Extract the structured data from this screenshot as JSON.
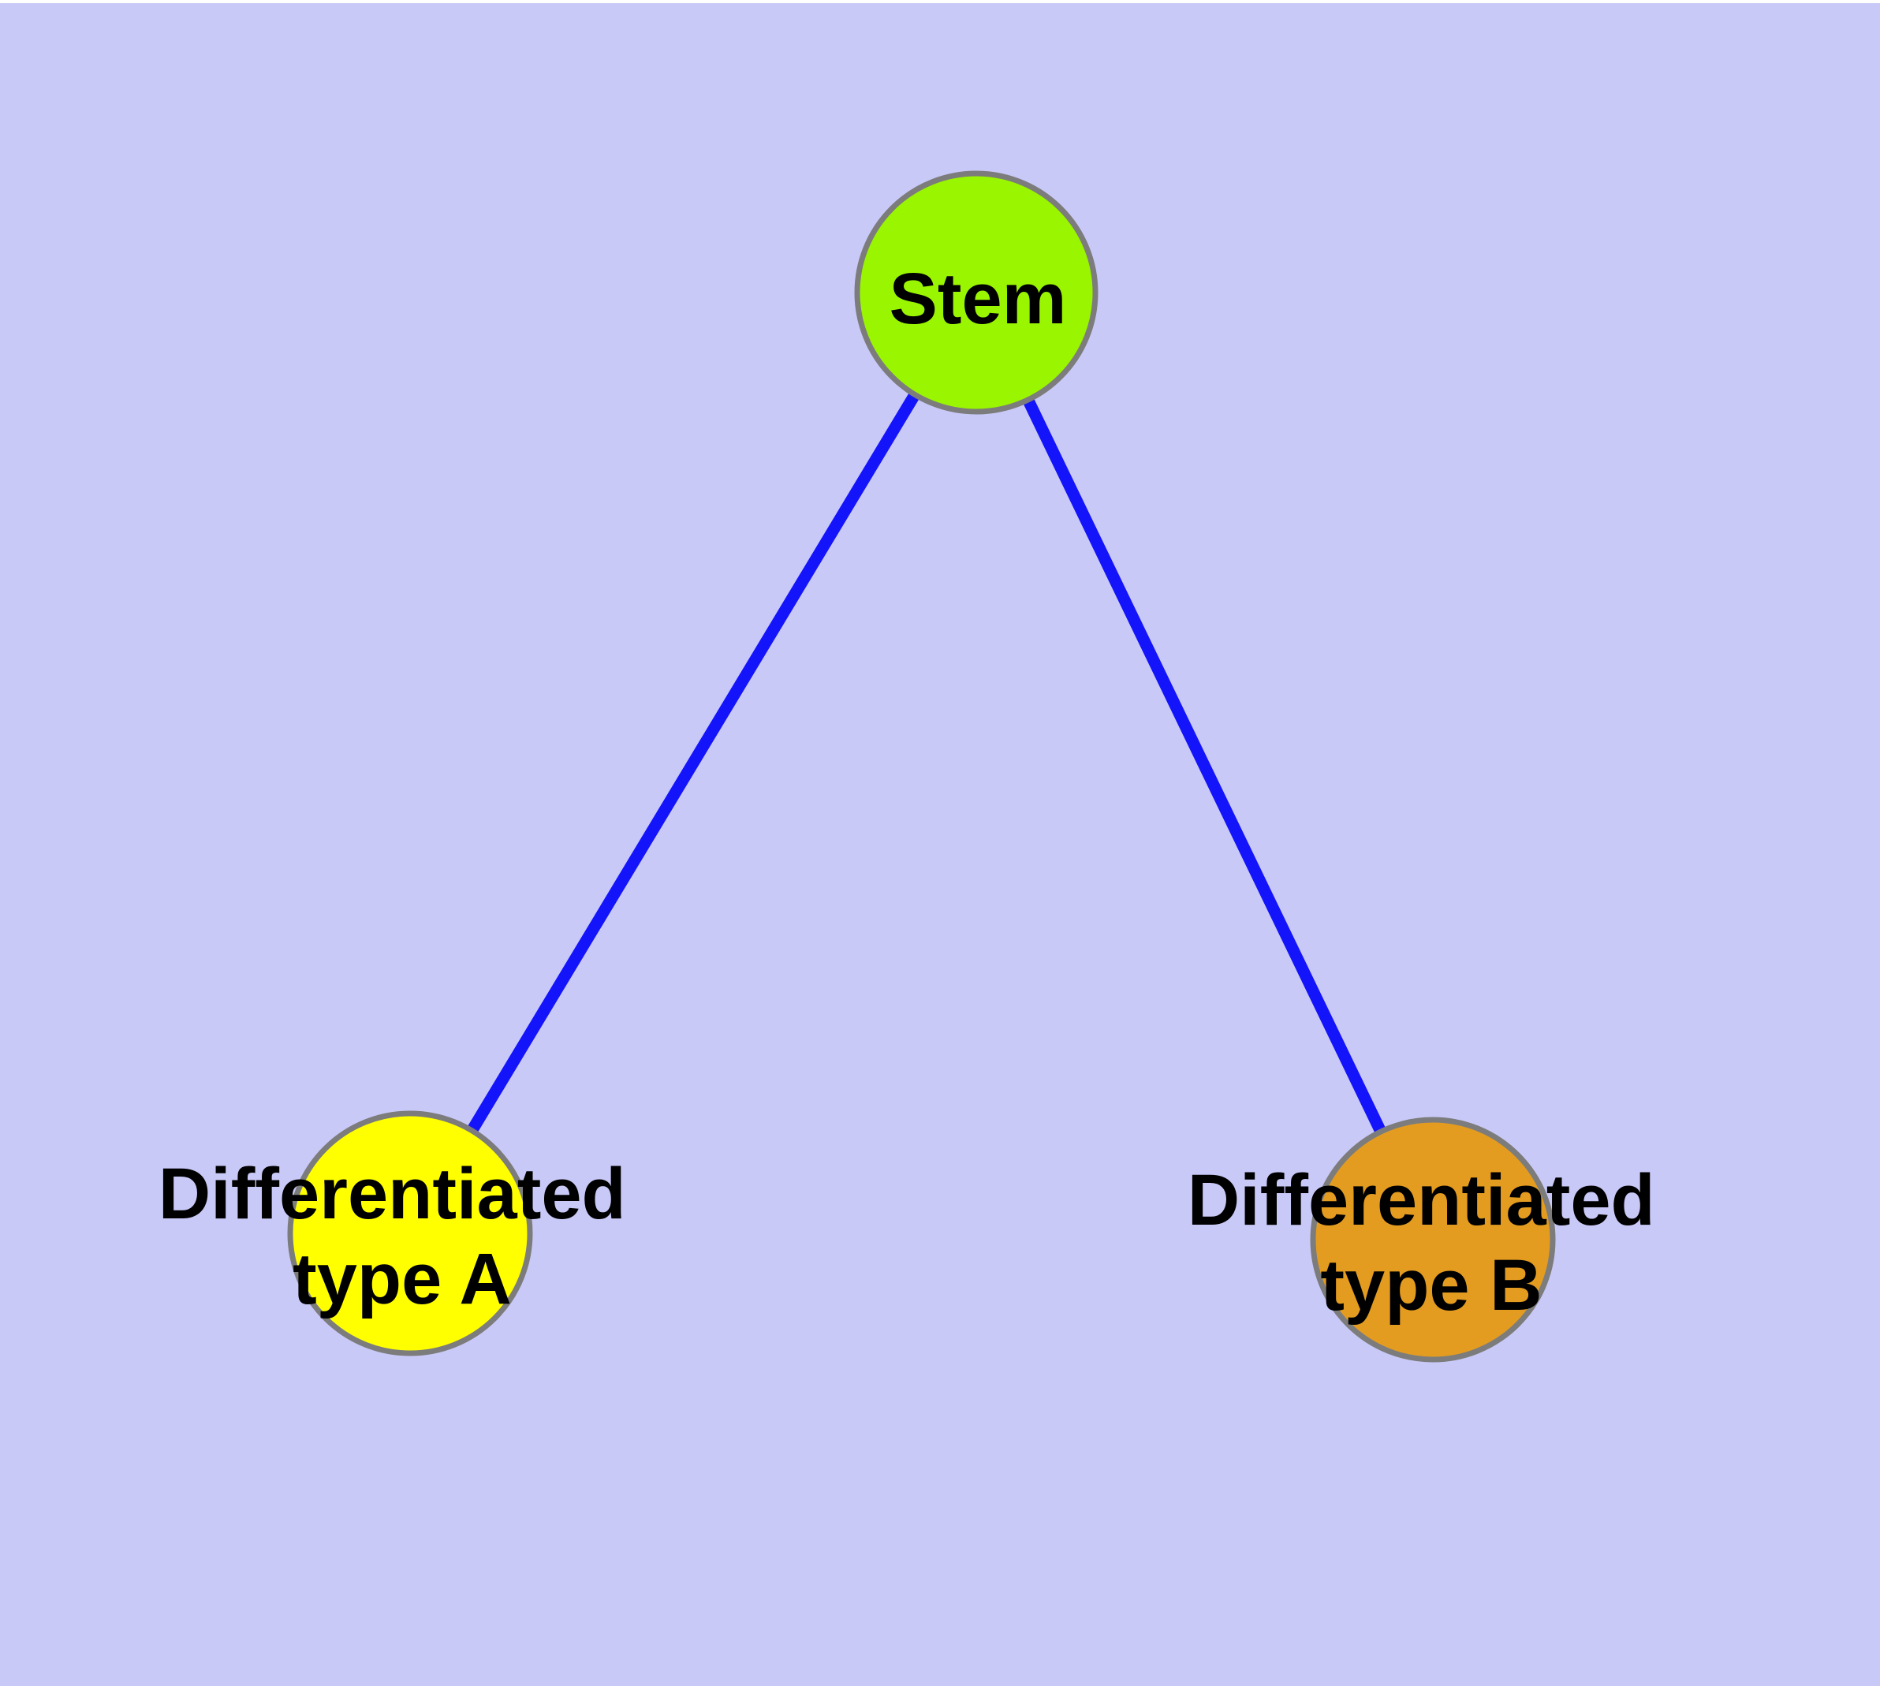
{
  "diagram": {
    "type": "graph",
    "nodes": {
      "stem": {
        "label": "Stem"
      },
      "type_a": {
        "label_line1": "Differentiated",
        "label_line2": "type A"
      },
      "type_b": {
        "label_line1": "Differentiated",
        "label_line2": "type B"
      }
    },
    "edges": [
      {
        "from": "Stem",
        "to": "Differentiated type A"
      },
      {
        "from": "Stem",
        "to": "Differentiated type B"
      }
    ],
    "colors": {
      "background": "#C9C9F8",
      "top_strip": "#FFFFFF",
      "edge": "#1414FA",
      "node_border": "#7C7C7C",
      "stem_fill": "#9AF500",
      "type_a_fill": "#FFFF00",
      "type_b_fill": "#E39C20",
      "label_text": "#000000"
    }
  }
}
